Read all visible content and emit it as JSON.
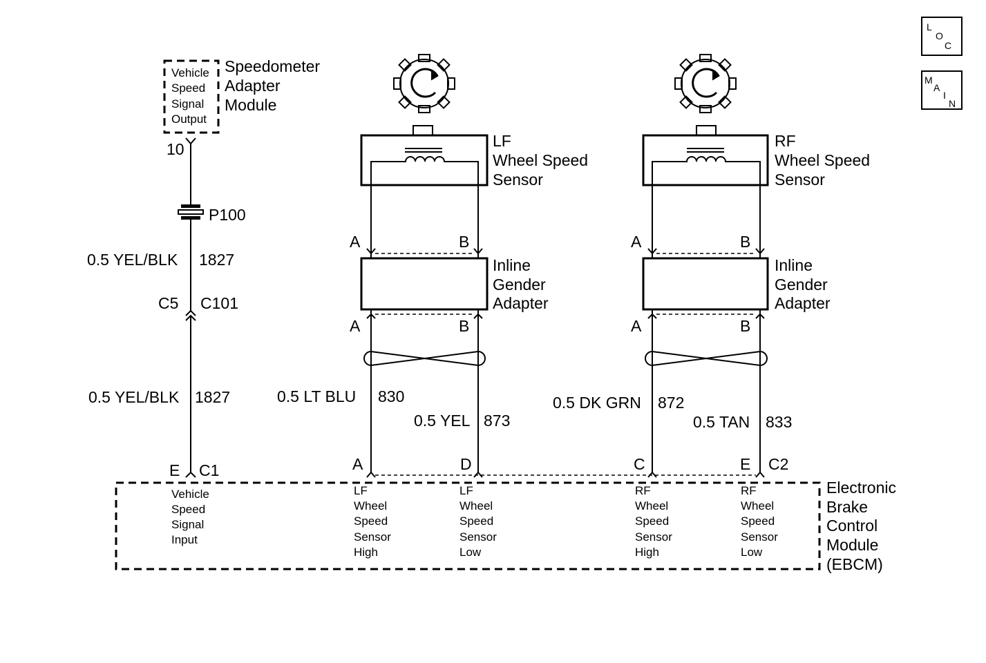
{
  "nav": {
    "loc": [
      "L",
      "O",
      "C"
    ],
    "main": [
      "M",
      "A",
      "I",
      "N"
    ]
  },
  "speed_adapter": {
    "inner_lines": [
      "Vehicle",
      "Speed",
      "Signal",
      "Output"
    ],
    "title_lines": [
      "Speedometer",
      "Adapter",
      "Module"
    ],
    "pin": "10"
  },
  "left_circuit": {
    "splice": "P100",
    "wire_upper": {
      "color": "0.5 YEL/BLK",
      "circuit": "1827"
    },
    "connector": {
      "pin": "C5",
      "name": "C101"
    },
    "wire_lower": {
      "color": "0.5 YEL/BLK",
      "circuit": "1827"
    },
    "ebcm_pin": "E",
    "ebcm_connector": "C1"
  },
  "lf_sensor": {
    "title_lines": [
      "LF",
      "Wheel Speed",
      "Sensor"
    ],
    "pin_a": "A",
    "pin_b": "B"
  },
  "rf_sensor": {
    "title_lines": [
      "RF",
      "Wheel Speed",
      "Sensor"
    ],
    "pin_a": "A",
    "pin_b": "B"
  },
  "lf_adapter": {
    "title_lines": [
      "Inline",
      "Gender",
      "Adapter"
    ],
    "pin_a": "A",
    "pin_b": "B"
  },
  "rf_adapter": {
    "title_lines": [
      "Inline",
      "Gender",
      "Adapter"
    ],
    "pin_a": "A",
    "pin_b": "B"
  },
  "wires": {
    "lf_high": {
      "color": "0.5 LT BLU",
      "circuit": "830"
    },
    "lf_low": {
      "color": "0.5 YEL",
      "circuit": "873"
    },
    "rf_high": {
      "color": "0.5 DK GRN",
      "circuit": "872"
    },
    "rf_low": {
      "color": "0.5 TAN",
      "circuit": "833"
    }
  },
  "ebcm": {
    "title_lines": [
      "Electronic",
      "Brake",
      "Control",
      "Module",
      "(EBCM)"
    ],
    "pins": {
      "lf_high": "A",
      "lf_low": "D",
      "rf_high": "C",
      "rf_low": "E"
    },
    "connector_c2": "C2",
    "inputs": {
      "vss": [
        "Vehicle",
        "Speed",
        "Signal",
        "Input"
      ],
      "lf_high": [
        "LF",
        "Wheel",
        "Speed",
        "Sensor",
        "High"
      ],
      "lf_low": [
        "LF",
        "Wheel",
        "Speed",
        "Sensor",
        "Low"
      ],
      "rf_high": [
        "RF",
        "Wheel",
        "Speed",
        "Sensor",
        "High"
      ],
      "rf_low": [
        "RF",
        "Wheel",
        "Speed",
        "Sensor",
        "Low"
      ]
    }
  }
}
